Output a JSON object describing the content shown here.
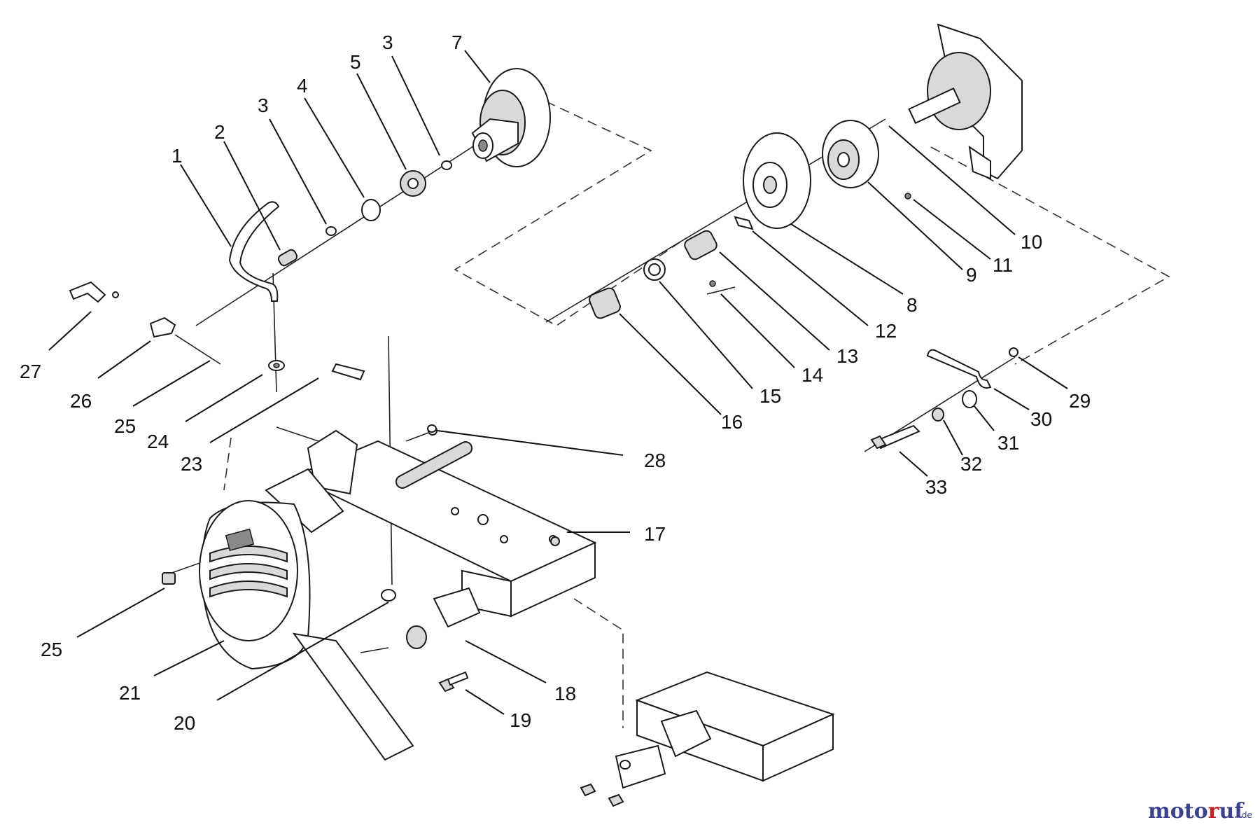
{
  "callouts": [
    {
      "id": "c27",
      "text": "27"
    },
    {
      "id": "c26",
      "text": "26"
    },
    {
      "id": "c25a",
      "text": "25"
    },
    {
      "id": "c24",
      "text": "24"
    },
    {
      "id": "c23",
      "text": "23"
    },
    {
      "id": "c1",
      "text": "1"
    },
    {
      "id": "c2",
      "text": "2"
    },
    {
      "id": "c3a",
      "text": "3"
    },
    {
      "id": "c4",
      "text": "4"
    },
    {
      "id": "c5",
      "text": "5"
    },
    {
      "id": "c3b",
      "text": "3"
    },
    {
      "id": "c7",
      "text": "7"
    },
    {
      "id": "c10",
      "text": "10"
    },
    {
      "id": "c11",
      "text": "11"
    },
    {
      "id": "c9",
      "text": "9"
    },
    {
      "id": "c8",
      "text": "8"
    },
    {
      "id": "c12",
      "text": "12"
    },
    {
      "id": "c13",
      "text": "13"
    },
    {
      "id": "c14",
      "text": "14"
    },
    {
      "id": "c15",
      "text": "15"
    },
    {
      "id": "c16",
      "text": "16"
    },
    {
      "id": "c29",
      "text": "29"
    },
    {
      "id": "c30",
      "text": "30"
    },
    {
      "id": "c31",
      "text": "31"
    },
    {
      "id": "c32",
      "text": "32"
    },
    {
      "id": "c33",
      "text": "33"
    },
    {
      "id": "c28",
      "text": "28"
    },
    {
      "id": "c17",
      "text": "17"
    },
    {
      "id": "c25b",
      "text": "25"
    },
    {
      "id": "c21",
      "text": "21"
    },
    {
      "id": "c20",
      "text": "20"
    },
    {
      "id": "c18",
      "text": "18"
    },
    {
      "id": "c19",
      "text": "19"
    }
  ],
  "watermark": {
    "main": "moto",
    "accent": "r",
    "rest": "uf",
    "suffix": ".de"
  },
  "colors": {
    "ink": "#1a1a1a",
    "logo": "#3a3f8f",
    "logo_accent": "#c82020"
  }
}
